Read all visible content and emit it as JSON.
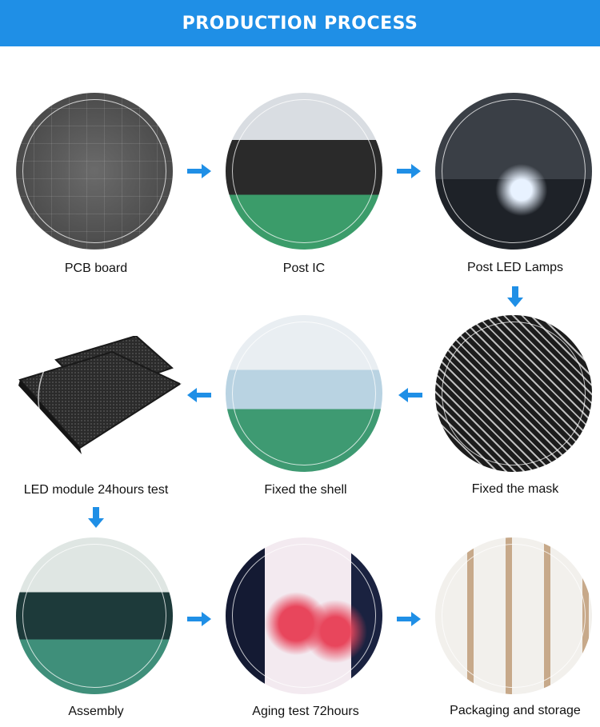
{
  "banner": {
    "title": "PRODUCTION PROCESS"
  },
  "colors": {
    "banner": "#1f8fe6",
    "arrow": "#1f8fe6",
    "caption": "#111111"
  },
  "steps": [
    {
      "label": "PCB board"
    },
    {
      "label": "Post IC"
    },
    {
      "label": "Post LED Lamps"
    },
    {
      "label": "Fixed the mask"
    },
    {
      "label": "Fixed the shell"
    },
    {
      "label": "LED module 24hours test"
    },
    {
      "label": "Assembly"
    },
    {
      "label": "Aging test 72hours"
    },
    {
      "label": "Packaging and storage"
    }
  ],
  "icons": {
    "arrow_right": "arrow-right-icon",
    "arrow_left": "arrow-left-icon",
    "arrow_down": "arrow-down-icon"
  }
}
